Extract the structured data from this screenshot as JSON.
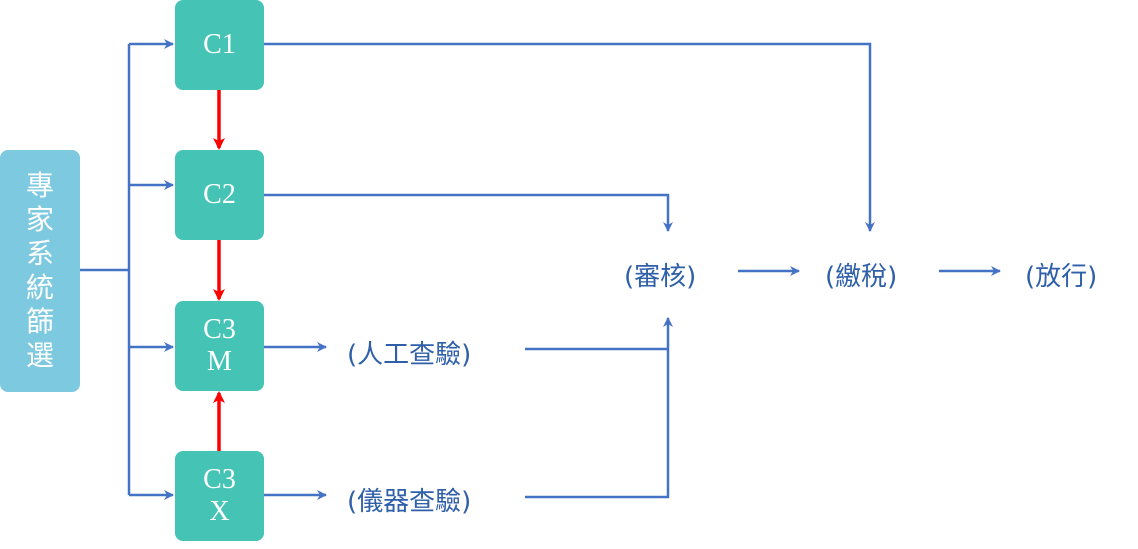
{
  "colors": {
    "source_fill": "#7dc9df",
    "channel_fill": "#45c4b6",
    "flow_arrow": "#4472c4",
    "channel_escalation_arrow": "#ff0000",
    "step_text": "#2e5fa8"
  },
  "source": {
    "label": "專家系統篩選"
  },
  "channels": {
    "c1": {
      "label": "C1"
    },
    "c2": {
      "label": "C2"
    },
    "c3m": {
      "label": "C3\nM"
    },
    "c3x": {
      "label": "C3\nX"
    }
  },
  "steps": {
    "manual_inspection": "(人工查驗)",
    "instrument_inspection": "(儀器查驗)",
    "review": "(審核)",
    "tax_payment": "(繳稅)",
    "release": "(放行)"
  }
}
